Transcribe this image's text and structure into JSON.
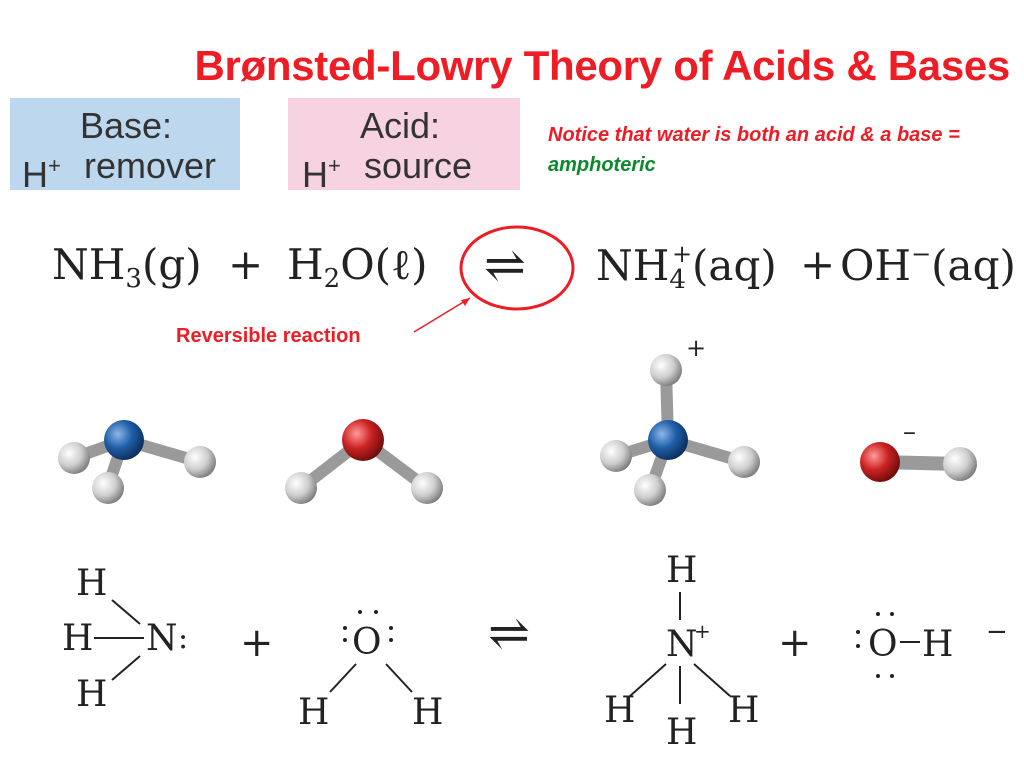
{
  "title": "Brønsted-Lowry Theory of Acids & Bases",
  "base_box": {
    "line1": "Base:",
    "hplus": "H",
    "plus": "+",
    "line2": "remover"
  },
  "acid_box": {
    "line1": "Acid:",
    "hplus": "H",
    "plus": "+",
    "line2": "source"
  },
  "notice": {
    "text": "Notice that water is both an acid & a base = ",
    "highlight": "amphoteric"
  },
  "equation": {
    "r1": "NH",
    "r1_sub": "3",
    "r1_state": "(g)",
    "plus1": "+",
    "r2": "H",
    "r2_sub": "2",
    "r2_rest": "O(ℓ)",
    "arrow": "⇌",
    "p1": "NH",
    "p1_sub": "4",
    "p1_sup": "+",
    "p1_state": "(aq)",
    "plus2": "+",
    "p2": "OH",
    "p2_sup": "−",
    "p2_state": "(aq)"
  },
  "reversible_label": "Reversible reaction",
  "charges": {
    "ammonium": "+",
    "hydroxide": "–"
  },
  "lewis": {
    "h": "H",
    "n": "N",
    "o": "O",
    "plus": "+",
    "charge_plus": "+",
    "charge_minus": "−",
    "lone_pair": ":",
    "arrow": "⇌"
  },
  "colors": {
    "title": "#ee1c25",
    "amphoteric": "#0a8a2a",
    "nitrogen": "#1f5fa8",
    "oxygen": "#cc2222",
    "hydrogen": "#d9d9d9"
  }
}
